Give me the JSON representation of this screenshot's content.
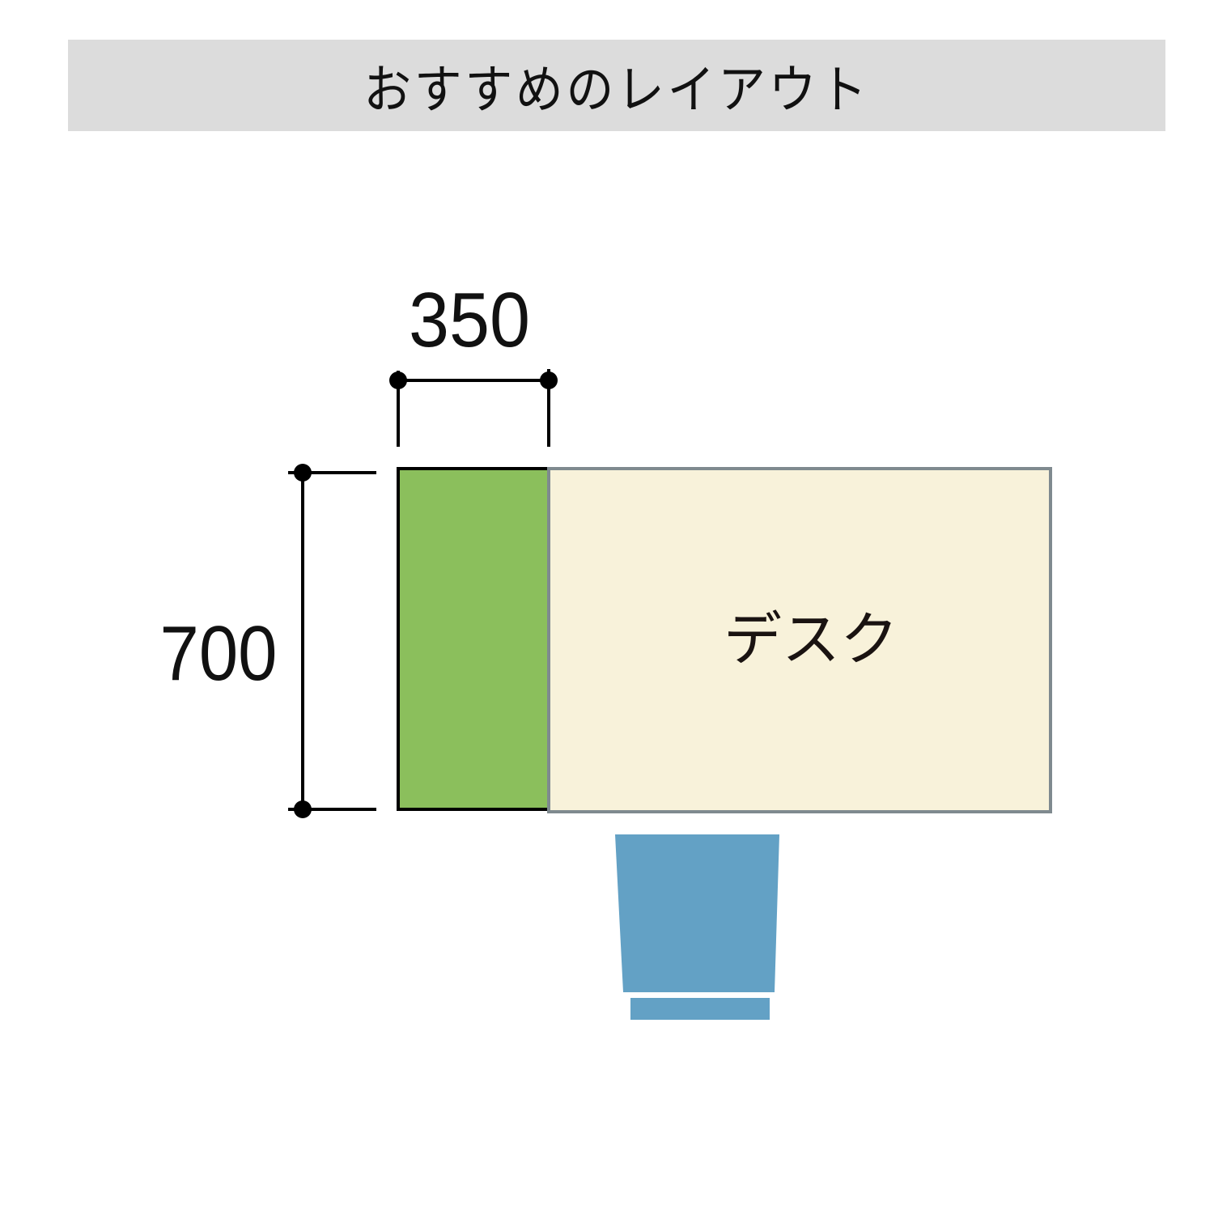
{
  "header": {
    "title": "おすすめのレイアウト"
  },
  "diagram": {
    "width_dimension": "350",
    "height_dimension": "700",
    "desk_label": "デスク",
    "colors": {
      "title_bg": "#dcdcdc",
      "side_unit": "#8bbf5c",
      "desk": "#f8f2da",
      "desk_border": "#7f8a8f",
      "chair": "#63a1c5",
      "dimension_line": "#000000"
    }
  }
}
